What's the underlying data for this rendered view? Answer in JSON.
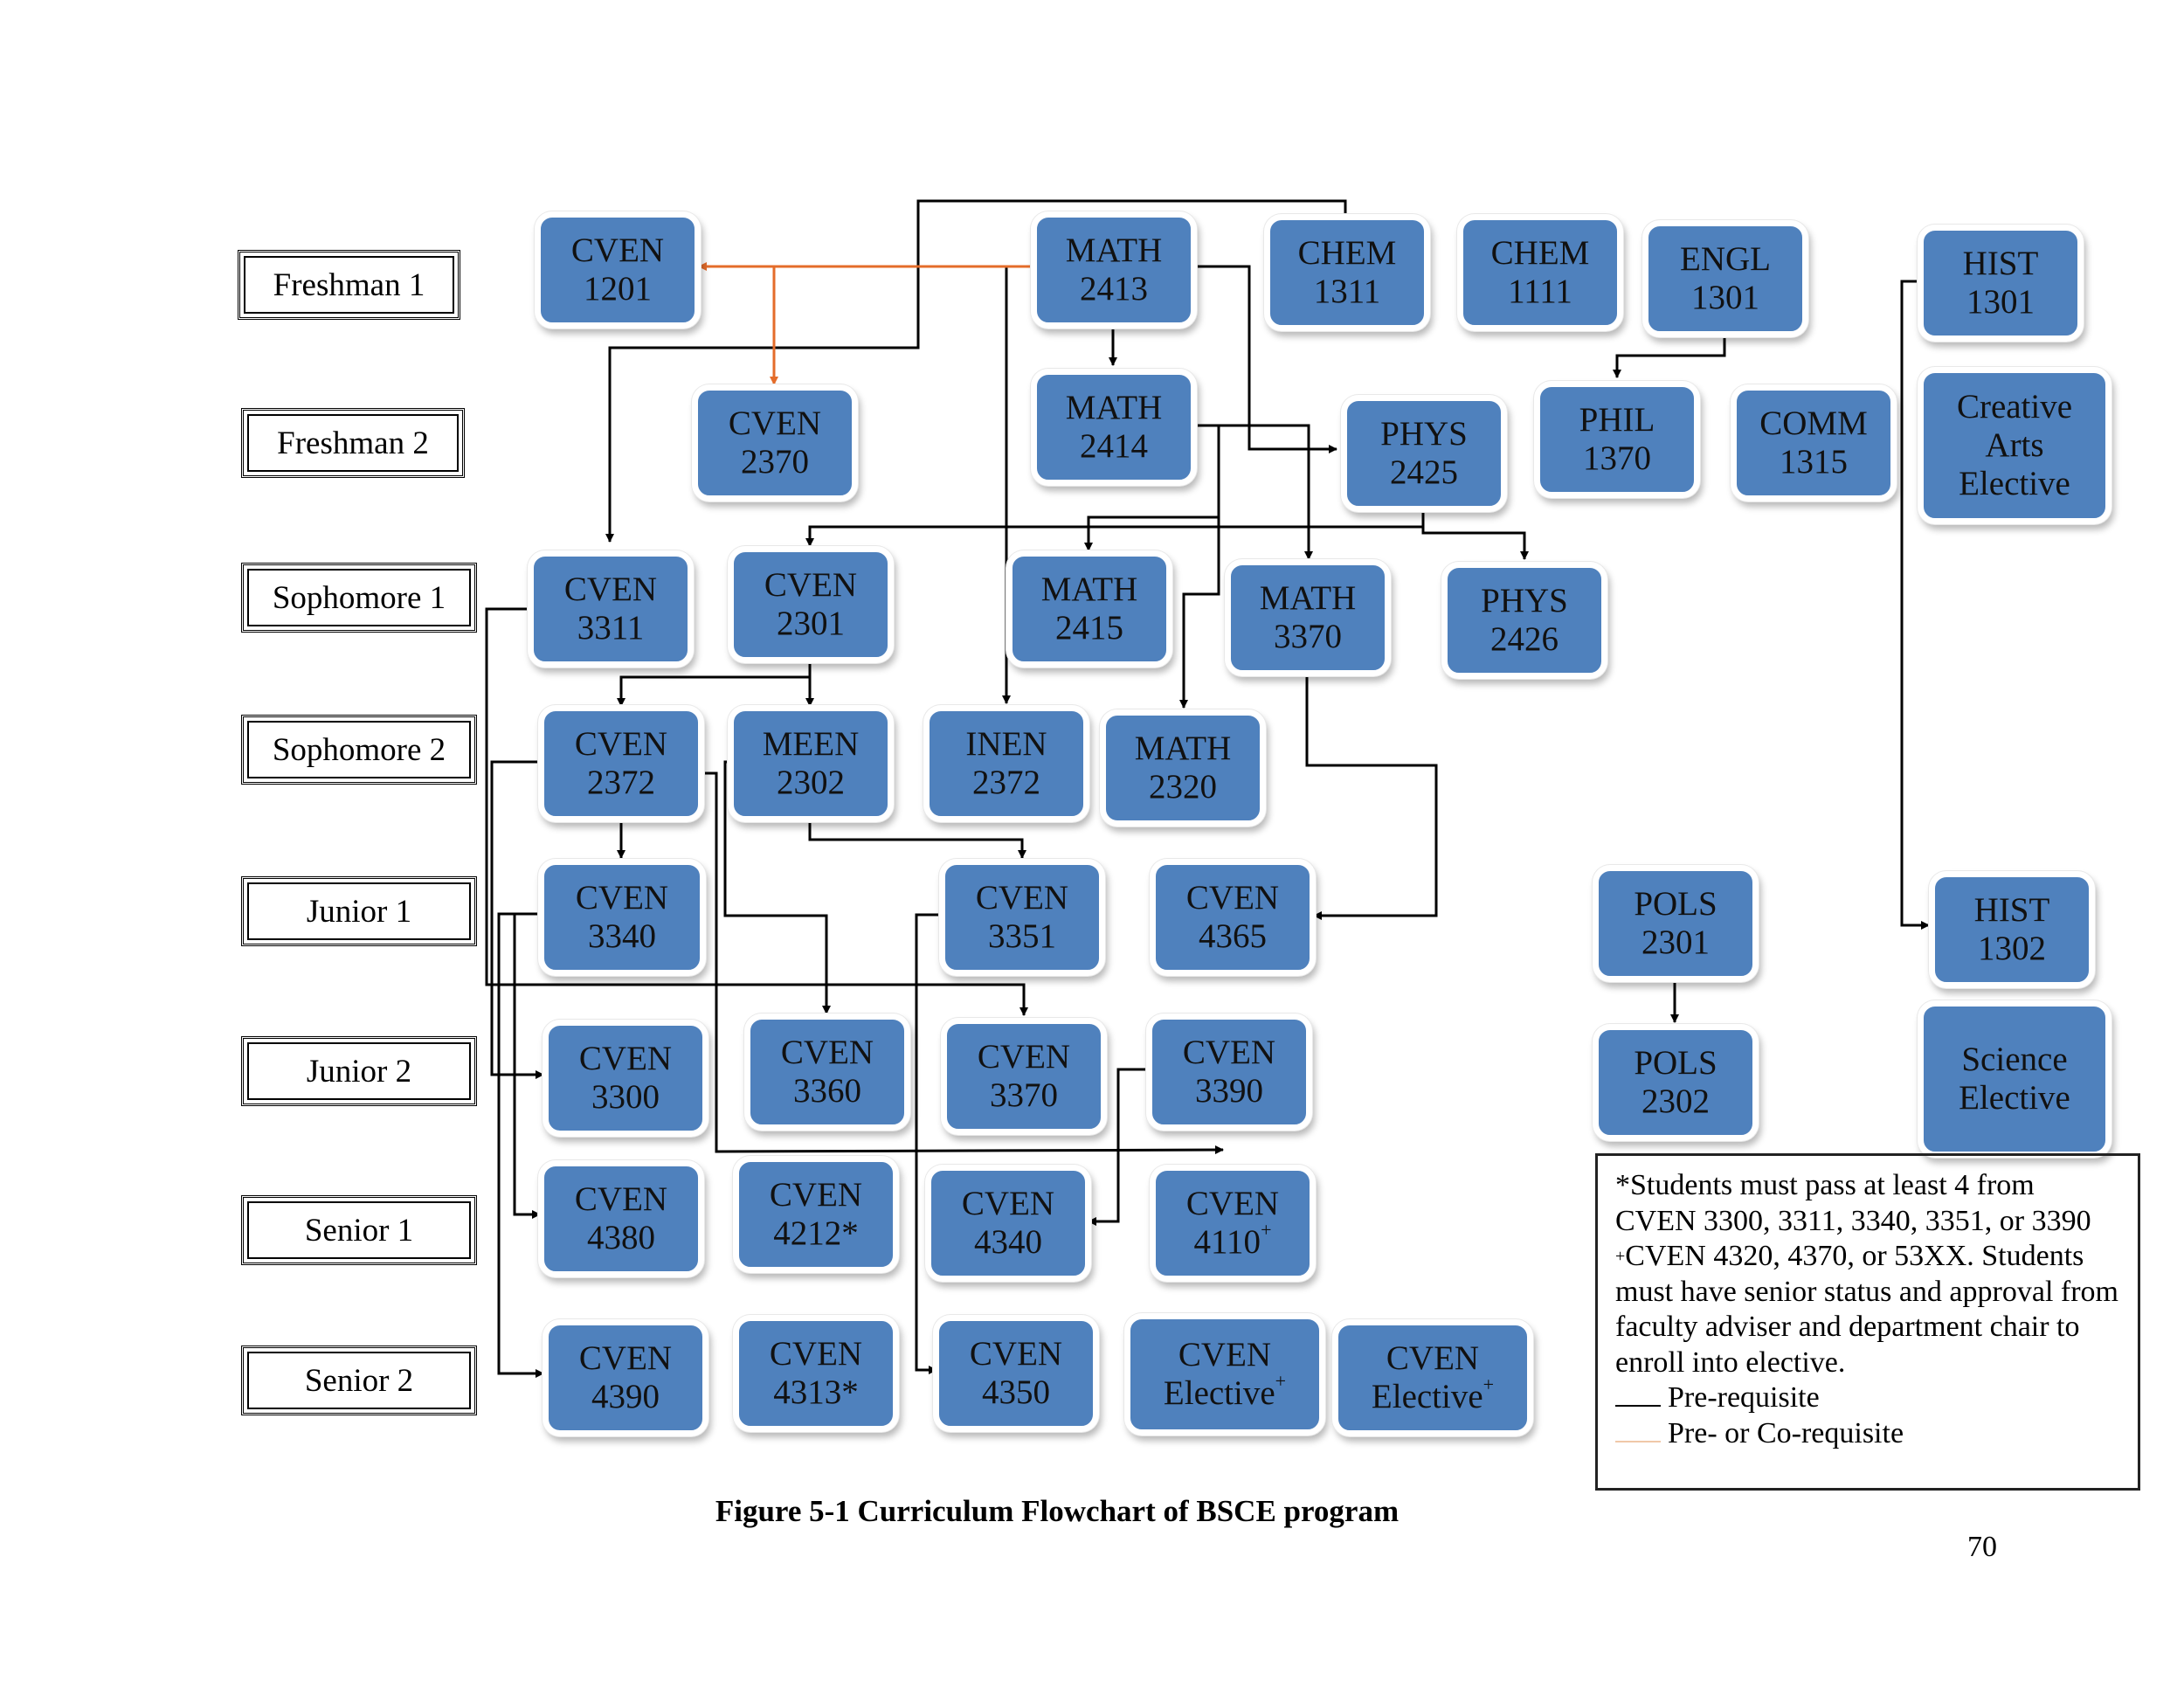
{
  "figure": {
    "caption": "Figure 5-1 Curriculum Flowchart of BSCE program",
    "page_number": "70"
  },
  "colors": {
    "box_fill": "#4f81bd",
    "prerequisite_line": "#000000",
    "coreq_line": "#e46c2a"
  },
  "semesters": [
    {
      "id": "fr1",
      "label": "Freshman 1"
    },
    {
      "id": "fr2",
      "label": "Freshman 2"
    },
    {
      "id": "so1",
      "label": "Sophomore 1"
    },
    {
      "id": "so2",
      "label": "Sophomore 2"
    },
    {
      "id": "jr1",
      "label": "Junior 1"
    },
    {
      "id": "jr2",
      "label": "Junior 2"
    },
    {
      "id": "sr1",
      "label": "Senior 1"
    },
    {
      "id": "sr2",
      "label": "Senior 2"
    }
  ],
  "courses": [
    {
      "id": "cven1201",
      "semester": "Freshman 1",
      "line1": "CVEN",
      "line2": "1201",
      "mark": ""
    },
    {
      "id": "math2413",
      "semester": "Freshman 1",
      "line1": "MATH",
      "line2": "2413",
      "mark": ""
    },
    {
      "id": "chem1311",
      "semester": "Freshman 1",
      "line1": "CHEM",
      "line2": "1311",
      "mark": ""
    },
    {
      "id": "chem1111",
      "semester": "Freshman 1",
      "line1": "CHEM",
      "line2": "1111",
      "mark": ""
    },
    {
      "id": "engl1301",
      "semester": "Freshman 1",
      "line1": "ENGL",
      "line2": "1301",
      "mark": ""
    },
    {
      "id": "hist1301",
      "semester": "Freshman 1",
      "line1": "HIST",
      "line2": "1301",
      "mark": ""
    },
    {
      "id": "cven2370",
      "semester": "Freshman 2",
      "line1": "CVEN",
      "line2": "2370",
      "mark": ""
    },
    {
      "id": "math2414",
      "semester": "Freshman 2",
      "line1": "MATH",
      "line2": "2414",
      "mark": ""
    },
    {
      "id": "phys2425",
      "semester": "Freshman 2",
      "line1": "PHYS",
      "line2": "2425",
      "mark": ""
    },
    {
      "id": "phil1370",
      "semester": "Freshman 2",
      "line1": "PHIL",
      "line2": "1370",
      "mark": ""
    },
    {
      "id": "comm1315",
      "semester": "Freshman 2",
      "line1": "COMM",
      "line2": "1315",
      "mark": ""
    },
    {
      "id": "creative",
      "semester": "Freshman 2",
      "line1": "Creative",
      "line2": "Arts",
      "line3": "Elective",
      "mark": ""
    },
    {
      "id": "cven3311",
      "semester": "Sophomore 1",
      "line1": "CVEN",
      "line2": "3311",
      "mark": ""
    },
    {
      "id": "cven2301",
      "semester": "Sophomore 1",
      "line1": "CVEN",
      "line2": "2301",
      "mark": ""
    },
    {
      "id": "math2415",
      "semester": "Sophomore 1",
      "line1": "MATH",
      "line2": "2415",
      "mark": ""
    },
    {
      "id": "math3370",
      "semester": "Sophomore 1",
      "line1": "MATH",
      "line2": "3370",
      "mark": ""
    },
    {
      "id": "phys2426",
      "semester": "Sophomore 1",
      "line1": "PHYS",
      "line2": "2426",
      "mark": ""
    },
    {
      "id": "cven2372",
      "semester": "Sophomore 2",
      "line1": "CVEN",
      "line2": "2372",
      "mark": ""
    },
    {
      "id": "meen2302",
      "semester": "Sophomore 2",
      "line1": "MEEN",
      "line2": "2302",
      "mark": ""
    },
    {
      "id": "inen2372",
      "semester": "Sophomore 2",
      "line1": "INEN",
      "line2": "2372",
      "mark": ""
    },
    {
      "id": "math2320",
      "semester": "Sophomore 2",
      "line1": "MATH",
      "line2": "2320",
      "mark": ""
    },
    {
      "id": "cven3340",
      "semester": "Junior 1",
      "line1": "CVEN",
      "line2": "3340",
      "mark": ""
    },
    {
      "id": "cven3351",
      "semester": "Junior 1",
      "line1": "CVEN",
      "line2": "3351",
      "mark": ""
    },
    {
      "id": "cven4365",
      "semester": "Junior 1",
      "line1": "CVEN",
      "line2": "4365",
      "mark": ""
    },
    {
      "id": "pols2301",
      "semester": "Junior 1",
      "line1": "POLS",
      "line2": "2301",
      "mark": ""
    },
    {
      "id": "hist1302",
      "semester": "Junior 1",
      "line1": "HIST",
      "line2": "1302",
      "mark": ""
    },
    {
      "id": "cven3300",
      "semester": "Junior 2",
      "line1": "CVEN",
      "line2": "3300",
      "mark": ""
    },
    {
      "id": "cven3360",
      "semester": "Junior 2",
      "line1": "CVEN",
      "line2": "3360",
      "mark": ""
    },
    {
      "id": "cven3370",
      "semester": "Junior 2",
      "line1": "CVEN",
      "line2": "3370",
      "mark": ""
    },
    {
      "id": "cven3390",
      "semester": "Junior 2",
      "line1": "CVEN",
      "line2": "3390",
      "mark": ""
    },
    {
      "id": "pols2302",
      "semester": "Junior 2",
      "line1": "POLS",
      "line2": "2302",
      "mark": ""
    },
    {
      "id": "science",
      "semester": "Junior 2",
      "line1": "Science",
      "line2": "Elective",
      "mark": ""
    },
    {
      "id": "cven4380",
      "semester": "Senior 1",
      "line1": "CVEN",
      "line2": "4380",
      "mark": ""
    },
    {
      "id": "cven4212",
      "semester": "Senior 1",
      "line1": "CVEN",
      "line2": "4212*",
      "mark": ""
    },
    {
      "id": "cven4340",
      "semester": "Senior 1",
      "line1": "CVEN",
      "line2": "4340",
      "mark": ""
    },
    {
      "id": "cven4110",
      "semester": "Senior 1",
      "line1": "CVEN",
      "line2": "4110",
      "mark": "+"
    },
    {
      "id": "cven4390",
      "semester": "Senior 2",
      "line1": "CVEN",
      "line2": "4390",
      "mark": ""
    },
    {
      "id": "cven4313",
      "semester": "Senior 2",
      "line1": "CVEN",
      "line2": "4313*",
      "mark": ""
    },
    {
      "id": "cven4350",
      "semester": "Senior 2",
      "line1": "CVEN",
      "line2": "4350",
      "mark": ""
    },
    {
      "id": "cvenelec1",
      "semester": "Senior 2",
      "line1": "CVEN",
      "line2": "Elective",
      "mark": "+"
    },
    {
      "id": "cvenelec2",
      "semester": "Senior 2",
      "line1": "CVEN",
      "line2": "Elective",
      "mark": "+"
    }
  ],
  "notes": {
    "star_note": "*Students must pass at least 4 from CVEN 3300, 3311, 3340, 3351, or 3390",
    "plus_symbol": "+",
    "plus_note": "CVEN 4320, 4370, or 53XX. Students must have senior status and approval from faculty adviser and department chair to enroll into elective.",
    "legend": [
      {
        "type": "prerequisite",
        "label": "Pre-requisite",
        "color": "#000000"
      },
      {
        "type": "pre_or_corequisite",
        "label": "Pre- or Co-requisite",
        "color": "#f0c8a8"
      }
    ]
  }
}
